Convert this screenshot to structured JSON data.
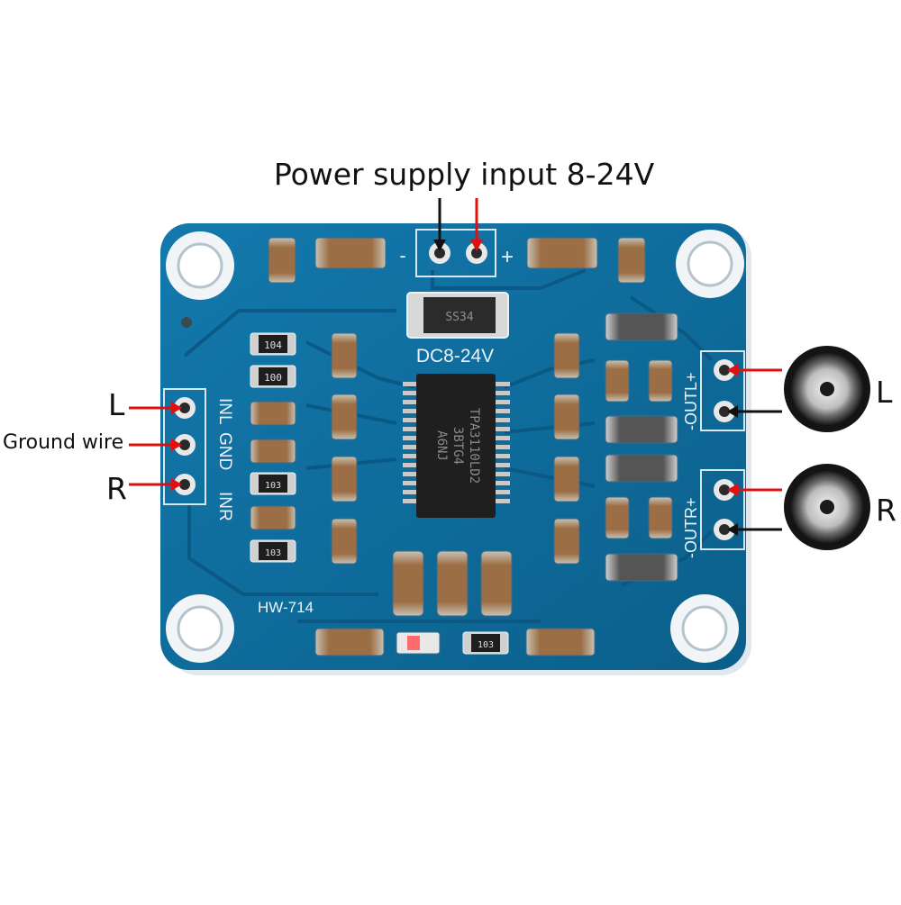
{
  "annotations": {
    "power_title": "Power supply input 8-24V",
    "left_input_l": "L",
    "left_ground": "Ground wire",
    "left_input_r": "R",
    "speaker_left": "L",
    "speaker_right": "R"
  },
  "board": {
    "model": "HW-714",
    "voltage_label": "DC8-24V",
    "power_minus": "-",
    "power_plus": "+",
    "input_labels": [
      "INL",
      "GND",
      "INR"
    ],
    "output_left_label": "-OUTL+",
    "output_right_label": "-OUTR+",
    "diode_marking": "SS34",
    "chip_marking": [
      "TPA3110LD2",
      "3BTG4",
      "A6NJ"
    ],
    "resistor_markings": [
      "104",
      "100",
      "103",
      "103",
      "103"
    ]
  },
  "colors": {
    "pcb": "#0d6fa0",
    "pcb_dark": "#0a5a84",
    "silkscreen": "#e8f2f8",
    "arrow_red": "#e01010",
    "arrow_black": "#111111"
  }
}
